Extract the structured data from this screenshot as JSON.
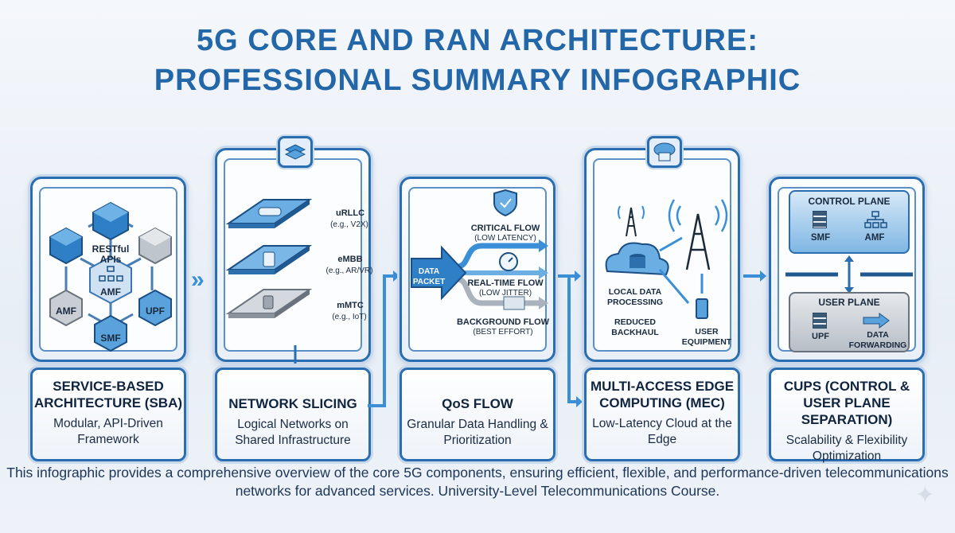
{
  "title": {
    "line1": "5G CORE AND RAN ARCHITECTURE:",
    "line2": "PROFESSIONAL SUMMARY INFOGRAPHIC"
  },
  "sba": {
    "center": "AMF",
    "apis": "RESTful APIs",
    "nodes": [
      "AMF",
      "UPF",
      "SMF"
    ],
    "heading": "SERVICE-BASED ARCHITECTURE (SBA)",
    "desc": "Modular, API-Driven Framework"
  },
  "slicing": {
    "slices": [
      {
        "name": "uRLLC",
        "example": "(e.g., V2X)"
      },
      {
        "name": "eMBB",
        "example": "(e.g., AR/VR)"
      },
      {
        "name": "mMTC",
        "example": "(e.g., IoT)"
      }
    ],
    "heading": "NETWORK SLICING",
    "desc": "Logical Networks on Shared Infrastructure"
  },
  "qos": {
    "packet": "DATA PACKET",
    "flows": [
      {
        "name": "CRITICAL FLOW",
        "note": "(LOW LATENCY)"
      },
      {
        "name": "REAL-TIME FLOW",
        "note": "(LOW JITTER)"
      },
      {
        "name": "BACKGROUND FLOW",
        "note": "(BEST EFFORT)"
      }
    ],
    "heading": "QoS FLOW",
    "desc": "Granular Data Handling & Prioritization"
  },
  "mec": {
    "local": "LOCAL DATA PROCESSING",
    "backhaul": "REDUCED BACKHAUL",
    "ue": "USER EQUIPMENT",
    "heading": "MULTI-ACCESS EDGE COMPUTING (MEC)",
    "desc": "Low-Latency Cloud at the Edge"
  },
  "cups": {
    "control": "CONTROL PLANE",
    "control_items": [
      "SMF",
      "AMF"
    ],
    "user": "USER PLANE",
    "user_items": [
      "UPF",
      "DATA FORWARDING"
    ],
    "heading": "CUPS (CONTROL & USER PLANE SEPARATION)",
    "desc": "Scalability & Flexibility Optimization"
  },
  "footer": "This infographic provides a comprehensive overview of the core 5G components, ensuring efficient, flexible, and performance-driven telecommunications networks for advanced services. University-Level Telecommunications Course.",
  "colors": {
    "accent": "#2a6db0",
    "title": "#2367a8"
  }
}
